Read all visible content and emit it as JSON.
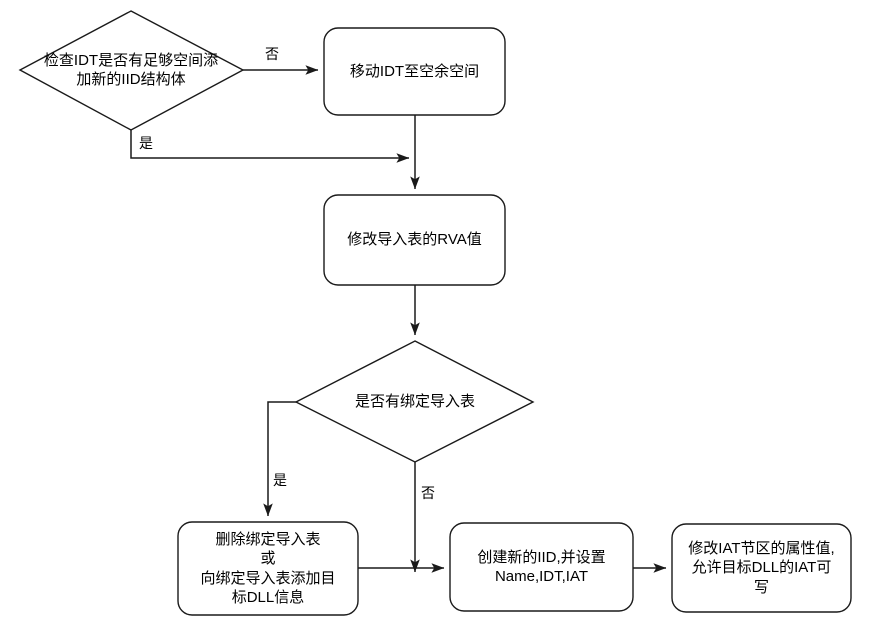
{
  "diagram": {
    "type": "flowchart",
    "title": "",
    "background_color": "#ffffff",
    "stroke_color": "#1a1a1a",
    "text_color": "#000000",
    "nodes": [
      {
        "id": "check-idt-space",
        "shape": "decision",
        "label": "检查IDT是否有足够空间添\n加新的IID结构体"
      },
      {
        "id": "move-idt",
        "shape": "process",
        "label": "移动IDT至空余空间"
      },
      {
        "id": "modify-import-rva",
        "shape": "process",
        "label": "修改导入表的RVA值"
      },
      {
        "id": "has-bound-import",
        "shape": "decision",
        "label": "是否有绑定导入表"
      },
      {
        "id": "handle-bound-import",
        "shape": "process",
        "label": "删除绑定导入表\n或\n向绑定导入表添加目\n标DLL信息"
      },
      {
        "id": "create-new-iid",
        "shape": "process",
        "label": "创建新的IID,并设置\nName,IDT,IAT"
      },
      {
        "id": "modify-iat-section",
        "shape": "process",
        "label": "修改IAT节区的属性值,\n允许目标DLL的IAT可\n写"
      }
    ],
    "edges": [
      {
        "id": "edge-check-no",
        "from": "check-idt-space",
        "to": "move-idt",
        "label": "否"
      },
      {
        "id": "edge-check-yes",
        "from": "check-idt-space",
        "to": "modify-import-rva",
        "label": "是"
      },
      {
        "id": "edge-move-to-rva",
        "from": "move-idt",
        "to": "modify-import-rva",
        "label": ""
      },
      {
        "id": "edge-rva-to-bound",
        "from": "modify-import-rva",
        "to": "has-bound-import",
        "label": ""
      },
      {
        "id": "edge-bound-yes",
        "from": "has-bound-import",
        "to": "handle-bound-import",
        "label": "是"
      },
      {
        "id": "edge-bound-no",
        "from": "has-bound-import",
        "to": "create-new-iid",
        "label": "否"
      },
      {
        "id": "edge-handle-to-create",
        "from": "handle-bound-import",
        "to": "create-new-iid",
        "label": ""
      },
      {
        "id": "edge-create-to-iat",
        "from": "create-new-iid",
        "to": "modify-iat-section",
        "label": ""
      }
    ]
  }
}
